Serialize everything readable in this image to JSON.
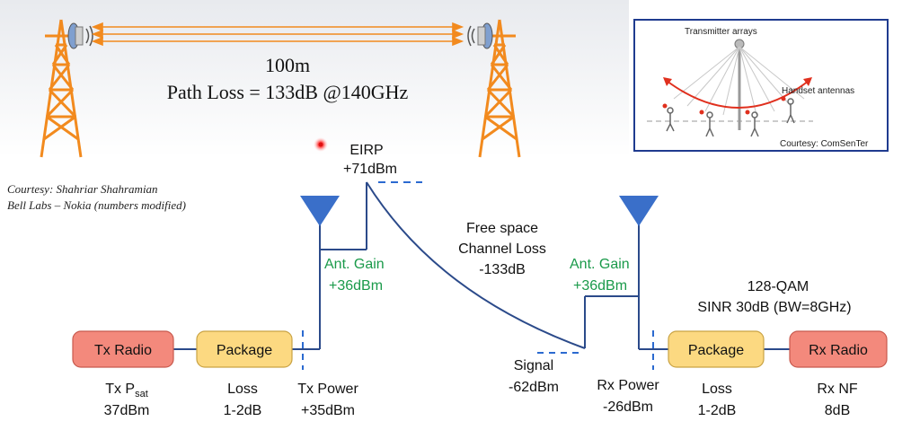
{
  "top_banner": {
    "distance": "100m",
    "path_loss": "Path Loss = 133dB @140GHz"
  },
  "courtesy_left": {
    "line1": "Courtesy: Shahriar Shahramian",
    "line2": "Bell Labs – Nokia (numbers modified)"
  },
  "inset": {
    "transmitter_label": "Transmitter arrays",
    "handset_label": "Handset antennas",
    "courtesy": "Courtesy: ComSenTer"
  },
  "eirp": {
    "label": "EIRP",
    "value": "+71dBm"
  },
  "channel": {
    "line1": "Free space",
    "line2": "Channel Loss",
    "value": "-133dB"
  },
  "tx_gain": {
    "label": "Ant. Gain",
    "value": "+36dBm"
  },
  "rx_gain": {
    "label": "Ant. Gain",
    "value": "+36dBm"
  },
  "modulation": {
    "line1": "128-QAM",
    "line2": "SINR 30dB (BW=8GHz)"
  },
  "blocks": {
    "tx_radio": "Tx Radio",
    "tx_package": "Package",
    "rx_package": "Package",
    "rx_radio": "Rx Radio"
  },
  "captions": {
    "tx_psat_a": "Tx P",
    "tx_psat_sub": "sat",
    "tx_psat_value": "37dBm",
    "tx_loss_label": "Loss",
    "tx_loss_value": "1-2dB",
    "tx_power_label": "Tx Power",
    "tx_power_value": "+35dBm",
    "signal_label": "Signal",
    "signal_value": "-62dBm",
    "rx_power_label": "Rx Power",
    "rx_power_value": "-26dBm",
    "rx_loss_label": "Loss",
    "rx_loss_value": "1-2dB",
    "rx_nf_label": "Rx NF",
    "rx_nf_value": "8dB"
  },
  "colors": {
    "tower": "#f28a1e",
    "antenna": "#3a6fc9",
    "link_line": "#2b4a8a",
    "gain_text": "#1a9a4a",
    "radio_fill": "#f3897c",
    "package_fill": "#fcd981",
    "inset_border": "#1f3b8f"
  }
}
